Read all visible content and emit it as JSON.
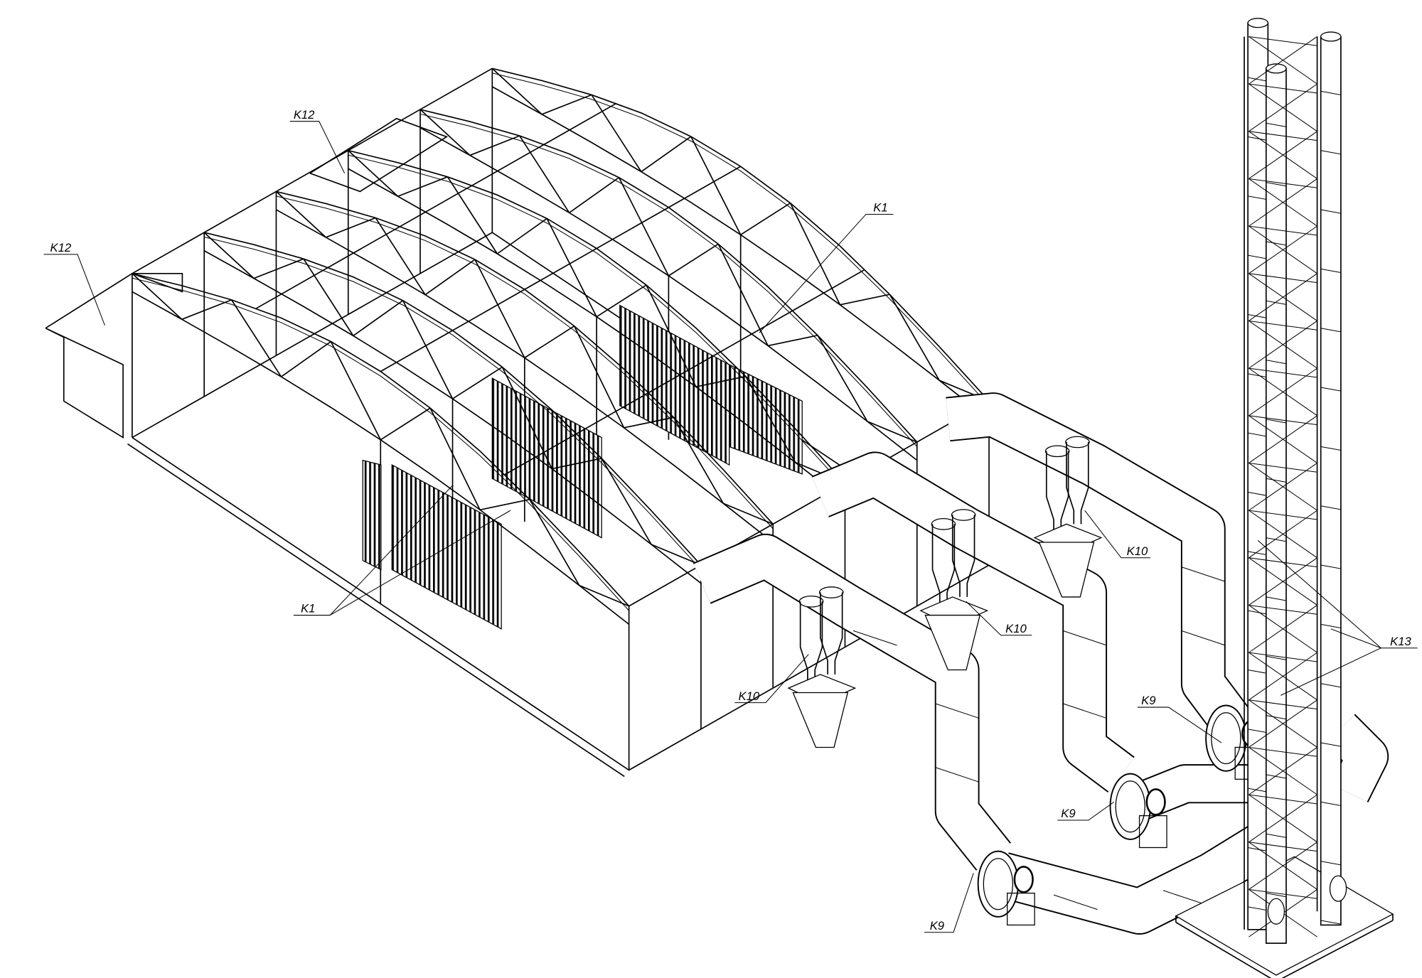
{
  "drawing": {
    "type": "isometric technical drawing of an air-cooler installation with ducts, cyclones, fans and stack",
    "line_color": "#000000",
    "background": "#ffffff"
  },
  "labels": {
    "k12_left": "K12",
    "k12_top": "K12",
    "k1_right": "K1",
    "k1_bottom": "K1",
    "k10_a": "K10",
    "k10_b": "K10",
    "k10_c": "K10",
    "k9_a": "K9",
    "k9_b": "K9",
    "k9_c": "K9",
    "k13": "K13"
  }
}
